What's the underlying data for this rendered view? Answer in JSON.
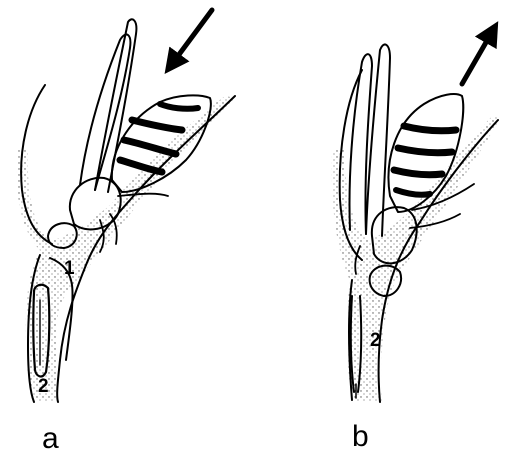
{
  "panels": [
    {
      "label": "a",
      "arrow": "down-left",
      "markers": [
        "1",
        "2"
      ]
    },
    {
      "label": "b",
      "arrow": "up-right",
      "markers": [
        "2"
      ]
    }
  ]
}
